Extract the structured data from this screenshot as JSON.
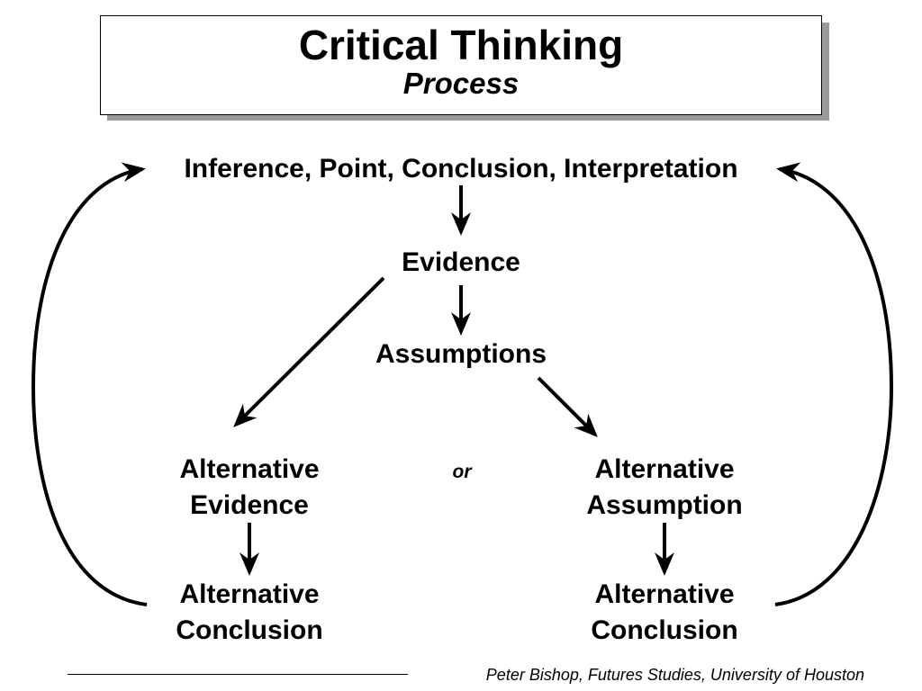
{
  "title": {
    "main": "Critical Thinking",
    "sub": "Process"
  },
  "nodes": {
    "inference": "Inference, Point, Conclusion, Interpretation",
    "evidence": "Evidence",
    "assumptions": "Assumptions",
    "alt_evidence": [
      "Alternative",
      "Evidence"
    ],
    "alt_assumption": [
      "Alternative",
      "Assumption"
    ],
    "alt_conclusion_left": [
      "Alternative",
      "Conclusion"
    ],
    "alt_conclusion_right": [
      "Alternative",
      "Conclusion"
    ]
  },
  "connector_label": "or",
  "footer": {
    "credit": "Peter Bishop, Futures Studies, University of Houston"
  }
}
